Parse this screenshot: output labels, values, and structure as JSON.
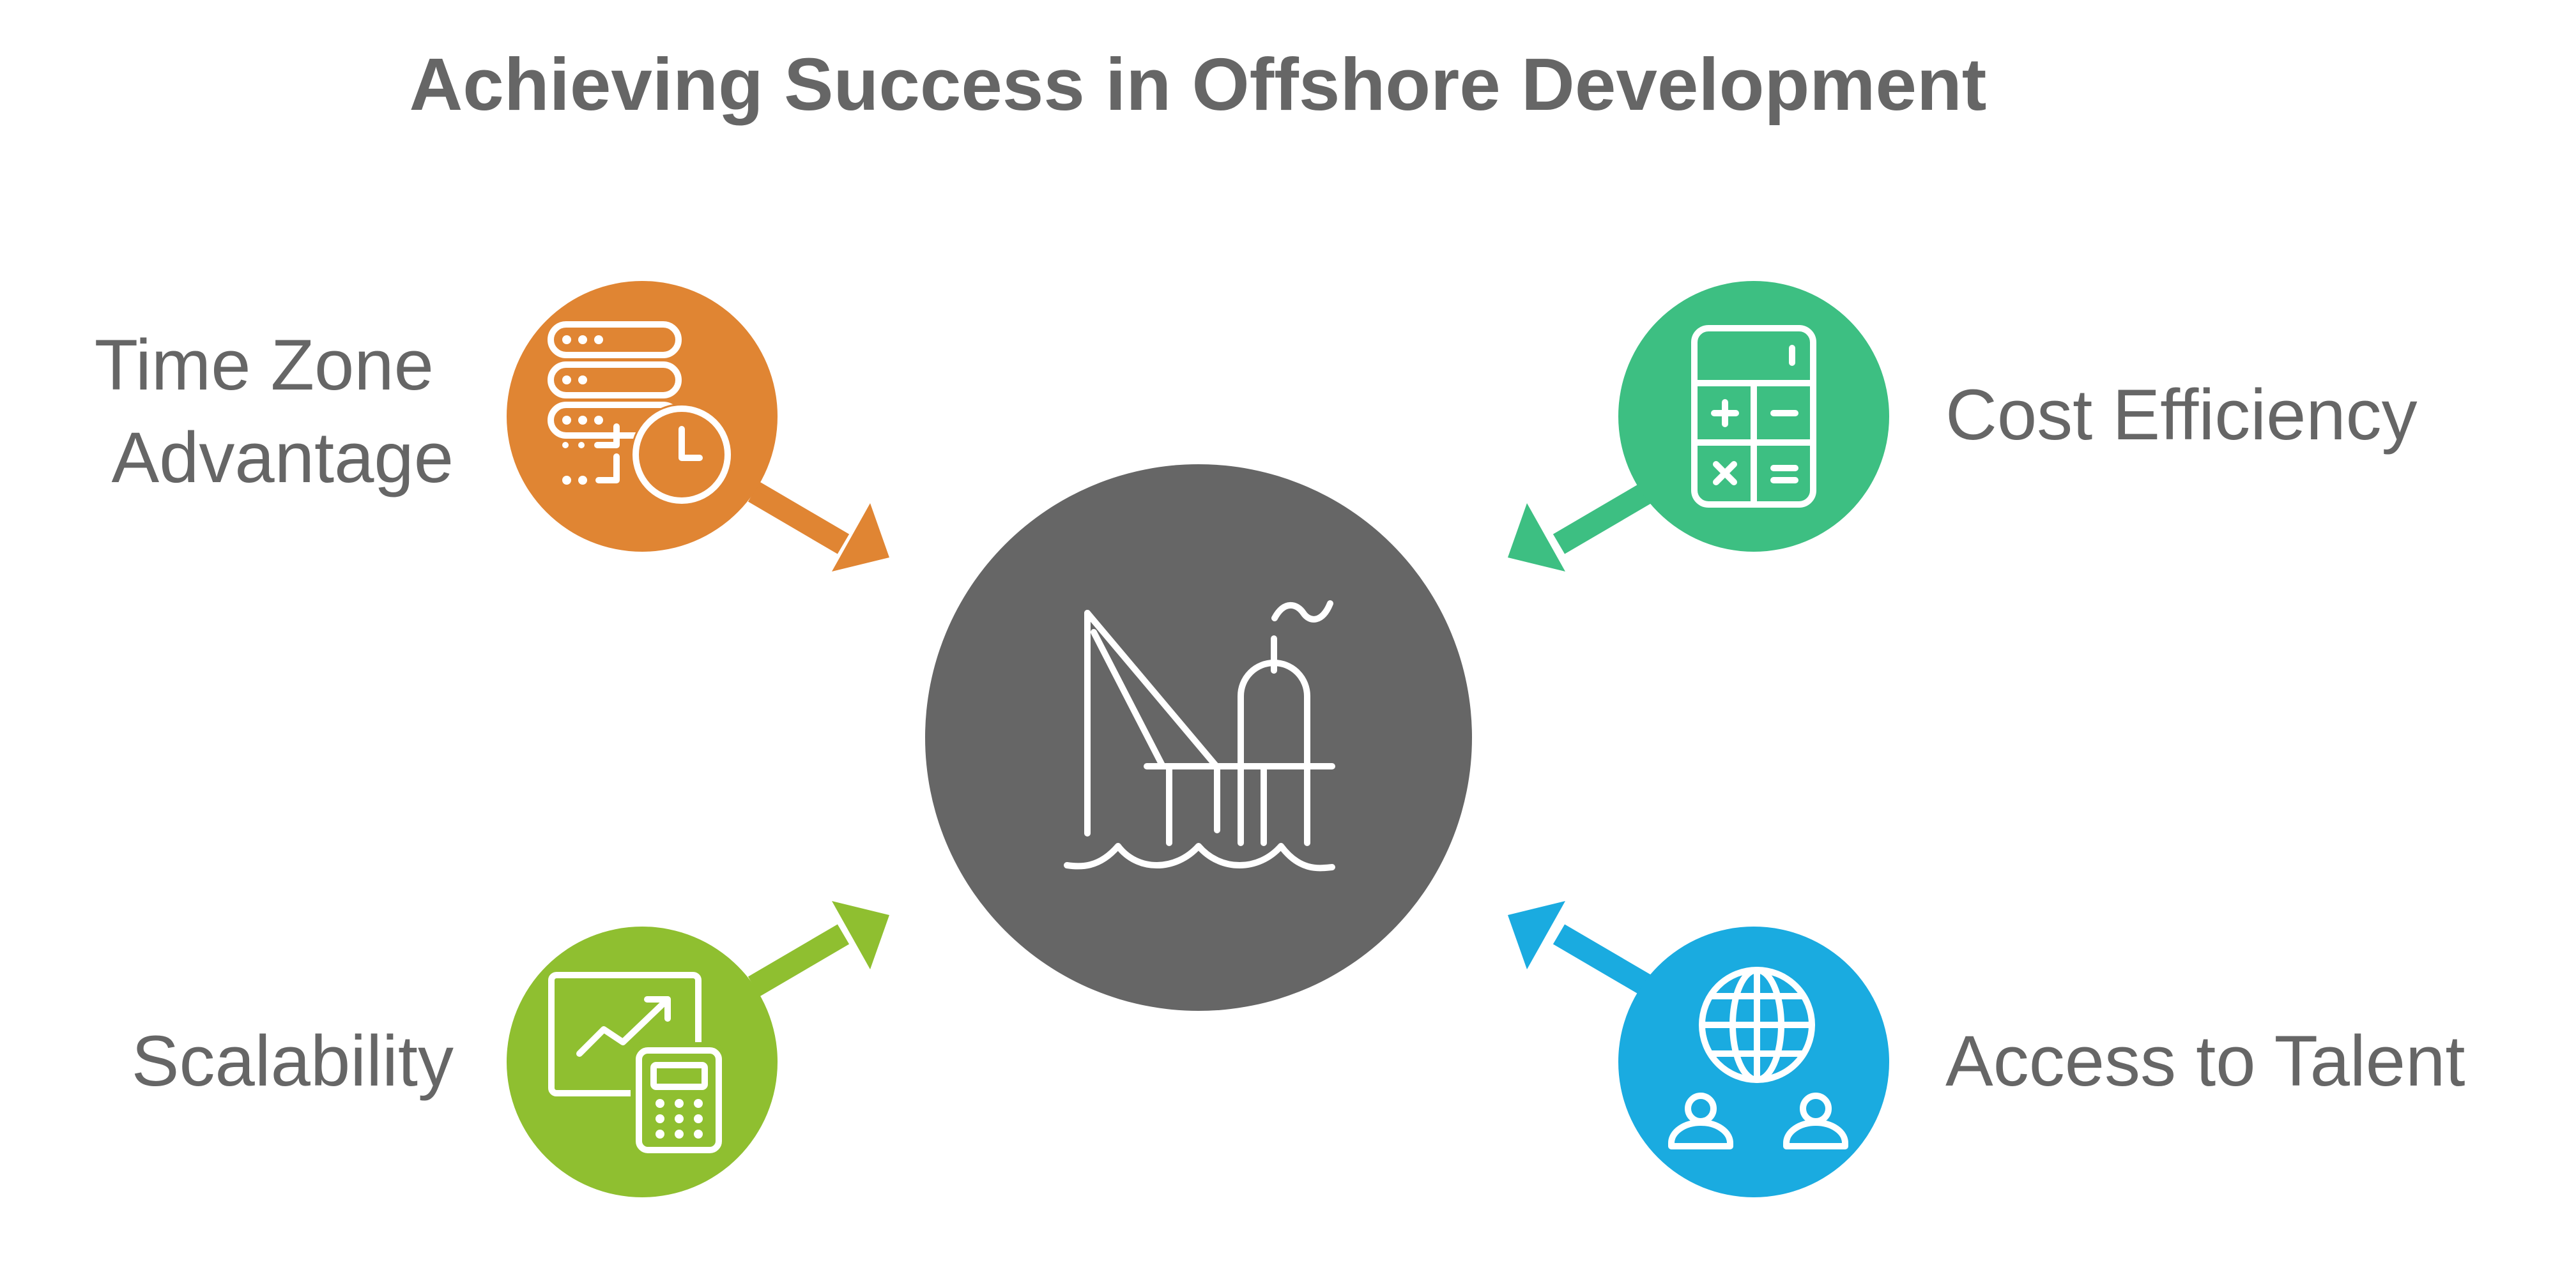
{
  "title": "Achieving Success in Offshore Development",
  "center": {
    "icon": "offshore-platform-icon",
    "color": "#666666"
  },
  "items": [
    {
      "id": "time-zone",
      "lines": [
        "Time Zone",
        "Advantage"
      ],
      "color": "#E08533",
      "icon": "server-clock-icon"
    },
    {
      "id": "cost-efficiency",
      "lines": [
        "Cost Efficiency"
      ],
      "color": "#3DBF82",
      "icon": "calculator-icon"
    },
    {
      "id": "scalability",
      "lines": [
        "Scalability"
      ],
      "color": "#8FBF30",
      "icon": "growth-chart-calculator-icon"
    },
    {
      "id": "access-to-talent",
      "lines": [
        "Access to Talent"
      ],
      "color": "#1AABE0",
      "icon": "globe-people-icon"
    }
  ]
}
